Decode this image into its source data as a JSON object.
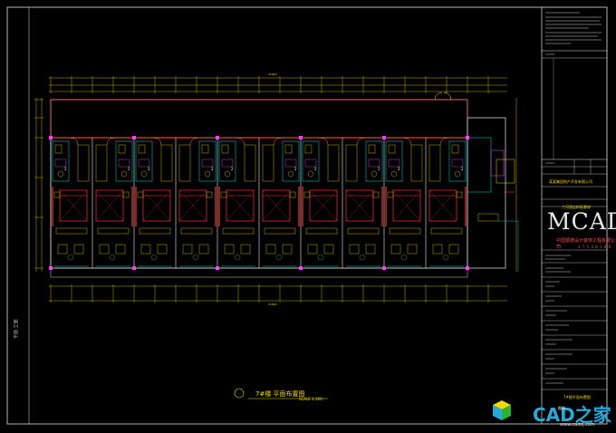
{
  "drawing": {
    "caption": "7#楼 平面布置图",
    "scale": "SCALE 1:100",
    "title_block_drawing_title": "7#楼平面布置图",
    "client": "某某集团地产开发有限公司",
    "project": "三河酒店样板客房",
    "side_label": "平面 立面"
  },
  "title_block": {
    "logo": "MCAD",
    "company": "中国顺德设计装饰工程有限公司",
    "phone": "4 7 5 3 0 1 8 6"
  },
  "dimensions": {
    "overall_top": "31800",
    "overall_bottom": "31800"
  },
  "watermark": {
    "brand": "CAD之家",
    "url": "www.cadzj.com"
  },
  "stamp": {
    "text": "图例"
  },
  "rooms": {
    "labels": [
      "2",
      "2",
      "2",
      "2",
      "2",
      "2",
      "2",
      "2",
      "2",
      "2"
    ]
  },
  "colors": {
    "background": "#000000",
    "wall": "#ff3030",
    "outline": "#c8c8c8",
    "furniture": "#f5d800",
    "accent": "#00e0e0",
    "magenta": "#ff40ff",
    "green": "#30d030",
    "blue": "#4060ff"
  }
}
